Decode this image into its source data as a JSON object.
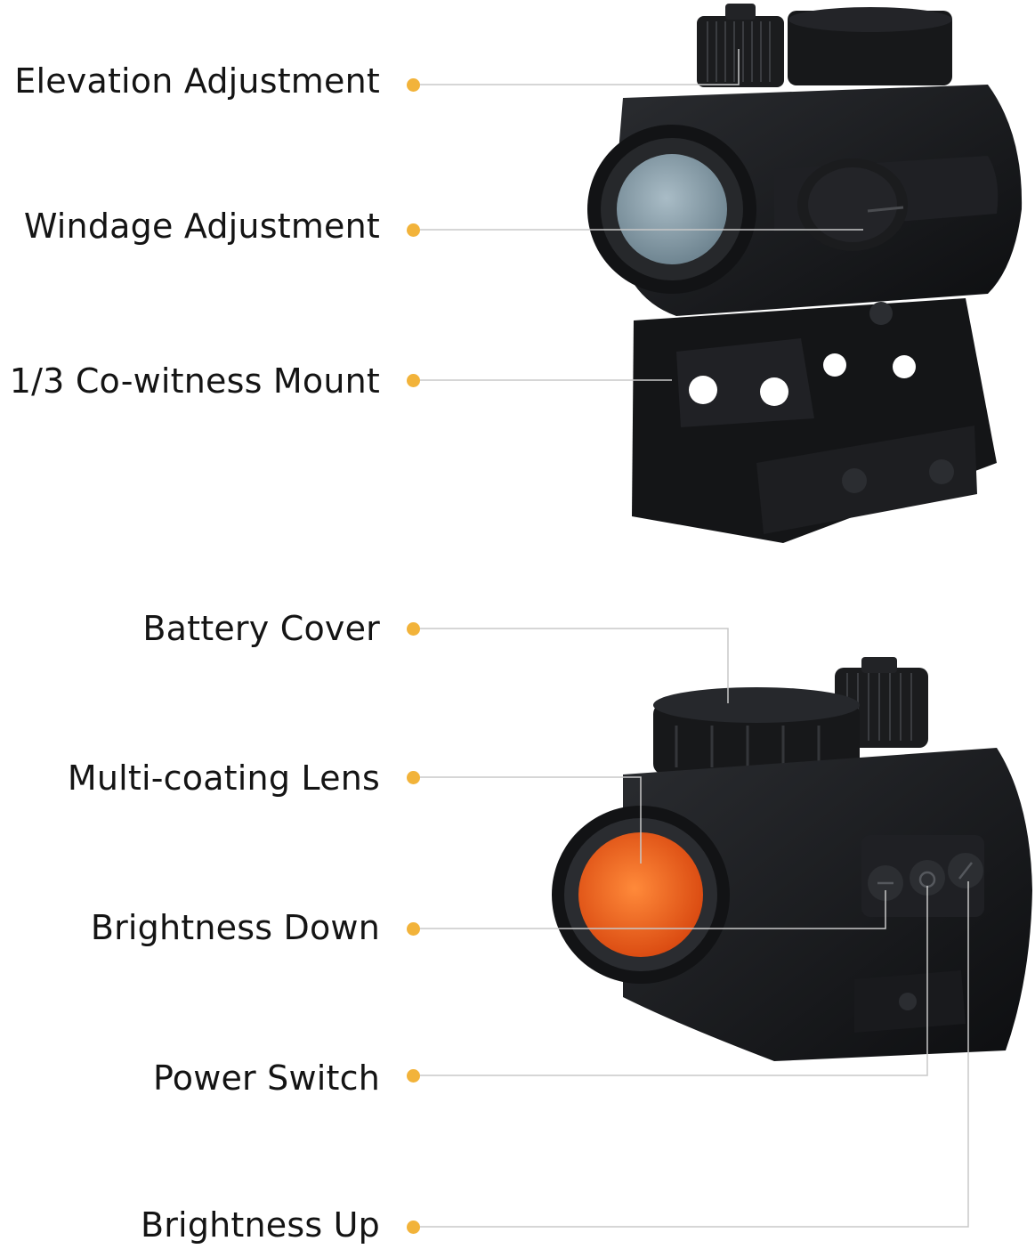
{
  "colors": {
    "background": "#ffffff",
    "label_text": "#141414",
    "marker_dot": "#f2b33a",
    "leader_line": "#c8c8c8",
    "scope_body": "#1a1b1d",
    "lens_top": "#8fa3ad",
    "lens_bottom": "#f0621a"
  },
  "callouts_top": [
    {
      "label": "Elevation Adjustment"
    },
    {
      "label": "Windage Adjustment"
    },
    {
      "label": "1/3 Co-witness Mount"
    }
  ],
  "callouts_bottom": [
    {
      "label": "Battery Cover"
    },
    {
      "label": "Multi-coating Lens"
    },
    {
      "label": "Brightness Down"
    },
    {
      "label": "Power Switch"
    },
    {
      "label": "Brightness Up"
    }
  ]
}
